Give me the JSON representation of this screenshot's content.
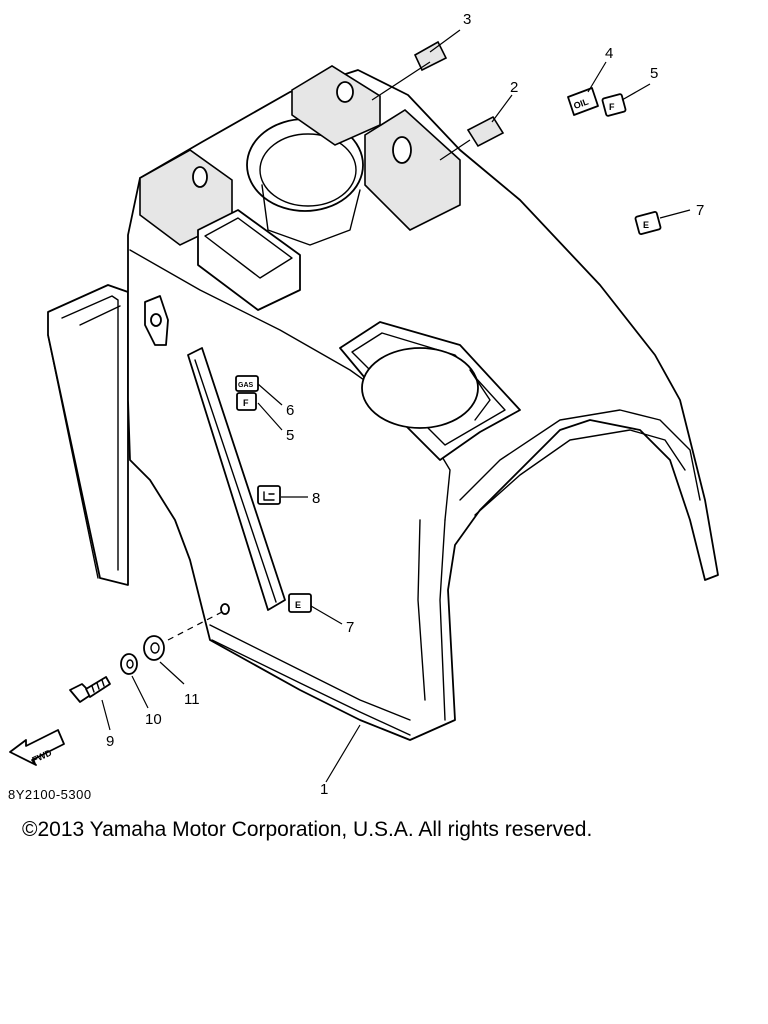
{
  "diagram": {
    "callouts": [
      "1",
      "2",
      "3",
      "4",
      "5",
      "5",
      "6",
      "7",
      "7",
      "8",
      "9",
      "10",
      "11"
    ],
    "decals": {
      "oil": "OIL",
      "f": "F",
      "e": "E",
      "gas": "GAS",
      "fwd": "FWD"
    },
    "drawing_code": "8Y2100-5300"
  },
  "footer": {
    "copyright": "©2013 Yamaha Motor Corporation, U.S.A. All rights reserved."
  }
}
